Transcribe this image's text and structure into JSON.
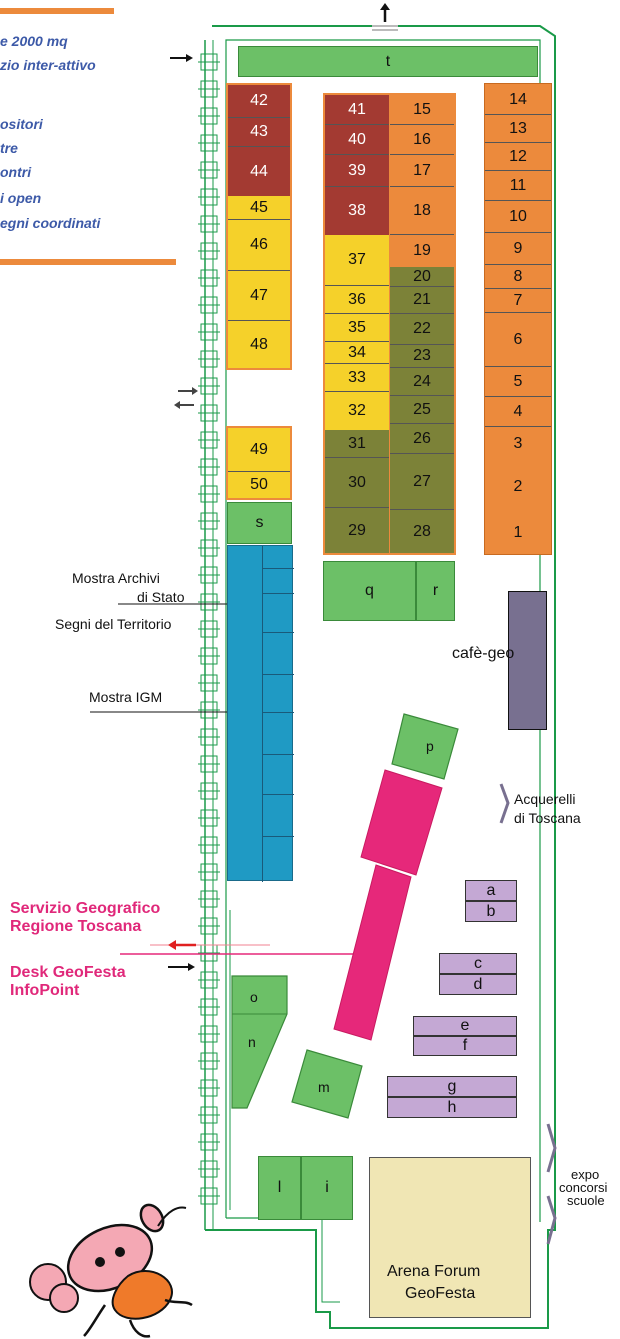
{
  "legend": {
    "lines": [
      "e 2000 mq",
      "zio  inter-attivo",
      "ositori",
      "tre",
      "ontri",
      "i open",
      "egni  coordinati"
    ]
  },
  "colors": {
    "orange": "#ec8a3c",
    "darkred": "#a33a32",
    "yellow": "#f5d12a",
    "olive": "#7c8238",
    "green": "#6cc067",
    "blue": "#1f9ac4",
    "pink": "#e6287a",
    "lavender": "#c4a8d4",
    "slate": "#787090",
    "arena": "#f0e6b4",
    "mapline": "#1a9a48"
  },
  "stands": {
    "t": "t",
    "n42": "42",
    "n43": "43",
    "n44": "44",
    "n45": "45",
    "n46": "46",
    "n47": "47",
    "n48": "48",
    "n49": "49",
    "n50": "50",
    "s": "s",
    "n41": "41",
    "n40": "40",
    "n39": "39",
    "n38": "38",
    "n37": "37",
    "n36": "36",
    "n35": "35",
    "n34": "34",
    "n33": "33",
    "n32": "32",
    "n31": "31",
    "n30": "30",
    "n29": "29",
    "n15": "15",
    "n16": "16",
    "n17": "17",
    "n18": "18",
    "n19": "19",
    "n20": "20",
    "n21": "21",
    "n22": "22",
    "n23": "23",
    "n24": "24",
    "n25": "25",
    "n26": "26",
    "n27": "27",
    "n28": "28",
    "n14": "14",
    "n13": "13",
    "n12": "12",
    "n11": "11",
    "n10": "10",
    "n9": "9",
    "n8": "8",
    "n7": "7",
    "n6": "6",
    "n5": "5",
    "n4": "4",
    "n3": "3",
    "n2": "2",
    "n1": "1",
    "q": "q",
    "r": "r",
    "p": "p",
    "a": "a",
    "b": "b",
    "c": "c",
    "d": "d",
    "e": "e",
    "f": "f",
    "g": "g",
    "h": "h",
    "o": "o",
    "n": "n",
    "m": "m",
    "l": "l",
    "i": "i"
  },
  "labels": {
    "mostra_archivi_1": "Mostra Archivi",
    "mostra_archivi_2": "di Stato",
    "segni_territorio": "Segni del Territorio",
    "mostra_igm": "Mostra IGM",
    "cafe_geo": "cafè-geo",
    "acquerelli_1": "Acquerelli",
    "acquerelli_2": "di Toscana",
    "servizio_1": "Servizio Geografico",
    "servizio_2": "Regione Toscana",
    "desk_1": "Desk GeoFesta",
    "desk_2": "InfoPoint",
    "expo_1": "expo",
    "expo_2": "concorsi",
    "expo_3": "scuole",
    "arena_1": "Arena Forum",
    "arena_2": "GeoFesta"
  }
}
